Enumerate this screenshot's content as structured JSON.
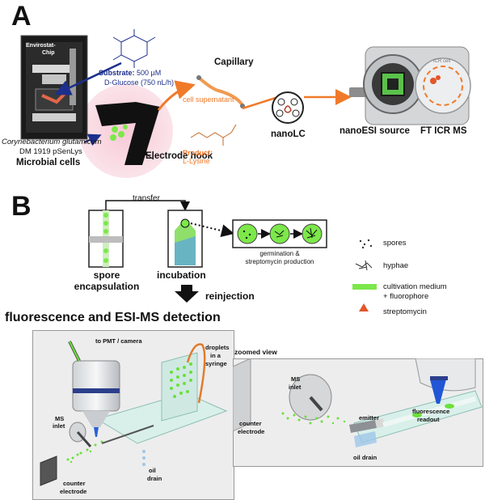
{
  "panel_a": {
    "letter": "A",
    "chip_title": "Envirostat-",
    "chip_subtitle": "Chip",
    "substrate_label": "Substrate:",
    "substrate_value": "500 µM",
    "substrate_line2": "D-Glucose (750 nL/h)",
    "organism_line1": "Corynebacterium glutamicum",
    "organism_line2": "DM 1919 pSenLys",
    "microbial_cells": "Microbial cells",
    "electrode_hook": "Electrode hook",
    "capillary": "Capillary",
    "cell_supernatant": "cell supernatant",
    "product_label": "Product:",
    "product_value": "L-Lysine",
    "nanolc": "nanoLC",
    "nanoesi": "nanoESI source",
    "ft_icr": "FT ICR MS",
    "icr_cell_text": "ICR cell",
    "colors": {
      "orange": "#f07a2a",
      "navy": "#1c2f8c",
      "green": "#7ce84a"
    }
  },
  "panel_b": {
    "letter": "B",
    "transfer": "transfer",
    "spore_line1": "spore",
    "spore_line2": "encapsulation",
    "incubation": "incubation",
    "germination_line1": "germination &",
    "germination_line2": "streptomycin production",
    "reinjection": "reinjection",
    "legend": [
      {
        "label": "spores",
        "icon": "spores-icon"
      },
      {
        "label": "hyphae",
        "icon": "hyphae-icon"
      },
      {
        "label": "cultivation medium",
        "label2": "+ fluorophore",
        "icon": "medium-bar-icon"
      },
      {
        "label": "streptomycin",
        "icon": "triangle-icon"
      }
    ],
    "detection_title": "fluorescence and ESI-MS detection",
    "left_labels": {
      "pmt": "to PMT / camera",
      "droplets1": "droplets",
      "droplets2": "in a",
      "droplets3": "syringe",
      "ms_inlet1": "MS",
      "ms_inlet2": "inlet",
      "oil1": "oil",
      "oil2": "drain",
      "counter1": "counter",
      "counter2": "electrode"
    },
    "zoomed_title": "zoomed view",
    "right_labels": {
      "ms_inlet1": "MS",
      "ms_inlet2": "inlet",
      "emitter": "emitter",
      "fluor1": "fluorescence",
      "fluor2": "readout",
      "counter1": "counter",
      "counter2": "electrode",
      "oil_drain": "oil drain"
    }
  }
}
